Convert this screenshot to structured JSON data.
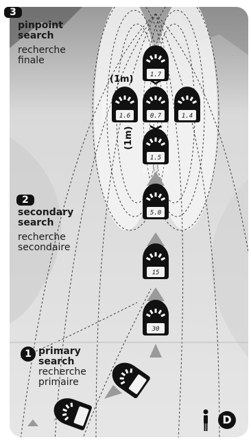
{
  "steps": [
    {
      "number": "3",
      "en_line1": "pinpoint",
      "en_line2": "search",
      "fr_line1": "recherche",
      "fr_line2": "finale"
    },
    {
      "number": "2",
      "en_line1": "secondary",
      "en_line2": "search",
      "fr_line1": "recherche",
      "fr_line2": "secondaire"
    },
    {
      "number": "1",
      "en_line1": "primary",
      "en_line2": "search",
      "fr_line1": "recherche",
      "fr_line2": "primaire"
    }
  ],
  "grid_marks": {
    "horizontal": "(1m)",
    "vertical": "(1m)"
  },
  "device_readings": {
    "top": "1.7",
    "cross_left": "1.6",
    "cross_center": "0.7",
    "cross_right": "1.4",
    "cross_bottom": "1.5",
    "secondary_top": "5.0",
    "secondary_mid": "15",
    "secondary_low": "30"
  },
  "corner_badge": "D",
  "colors": {
    "frame": "#111111",
    "ground": "#d8d8d8",
    "field_lines": "#3a3a3a",
    "highlight": "#f4f4f4"
  },
  "icons": [
    "person-icon",
    "transceiver-device-icon",
    "direction-arrow-icon"
  ]
}
